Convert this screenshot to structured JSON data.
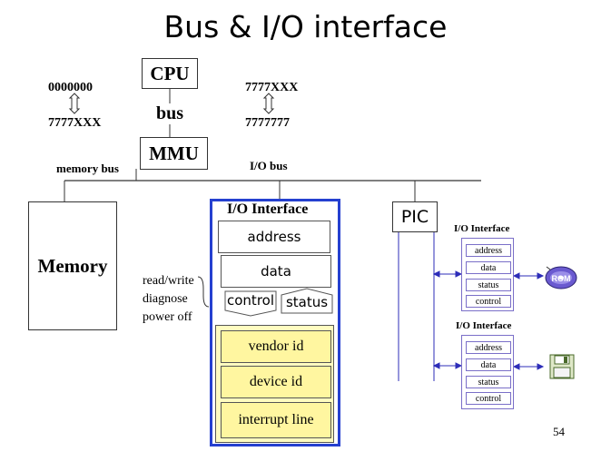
{
  "title": "Bus & I/O interface",
  "cpu": "CPU",
  "bus": "bus",
  "mmu": "MMU",
  "memory_bus": "memory bus",
  "io_bus": "I/O  bus",
  "memory": "Memory",
  "pic": "PIC",
  "addr_left": {
    "top": "0000000",
    "bottom": "7777XXX"
  },
  "addr_right": {
    "top": "7777XXX",
    "bottom": "7777777"
  },
  "io_interface": {
    "title": "I/O  Interface",
    "registers": [
      "address",
      "data",
      "control",
      "status"
    ],
    "config": [
      "vendor id",
      "device id",
      "interrupt line"
    ]
  },
  "control_notes": [
    "read/write",
    "diagnose",
    "power off"
  ],
  "small_interfaces": [
    {
      "title": "I/O Interface",
      "registers": [
        "address",
        "data",
        "status",
        "control"
      ],
      "device": "cd-rom-icon"
    },
    {
      "title": "I/O Interface",
      "registers": [
        "address",
        "data",
        "status",
        "control"
      ],
      "device": "floppy-disk-icon"
    }
  ],
  "page_number": "54"
}
